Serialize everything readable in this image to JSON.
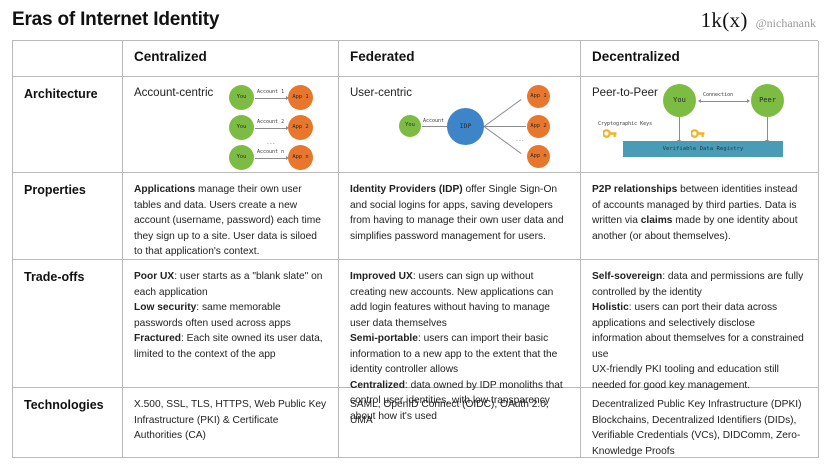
{
  "header": {
    "title": "Eras of Internet Identity",
    "logo": "1k(x)",
    "handle": "@nichanank"
  },
  "table": {
    "column_headers": [
      "",
      "Centralized",
      "Federated",
      "Decentralized"
    ],
    "row_labels": [
      "Architecture",
      "Properties",
      "Trade-offs",
      "Technologies"
    ],
    "architecture": {
      "centralized_label": "Account-centric",
      "federated_label": "User-centric",
      "decentralized_label": "Peer-to-Peer"
    },
    "properties": {
      "centralized": [
        {
          "bold": "Applications",
          "text": " manage their own user tables and data. Users create a new account (username, password) each time they sign up to a site. User data is siloed to that application's context."
        }
      ],
      "federated": [
        {
          "bold": "Identity Providers (IDP)",
          "text": " offer Single Sign-On and social logins for apps, saving developers from having to manage their own user data and simplifies password management for users."
        }
      ],
      "decentralized": [
        {
          "bold": "P2P relationships",
          "text": " between identities instead of accounts managed by third parties. Data is written via "
        },
        {
          "bold": "claims",
          "text": " made by one identity about another (or about themselves)."
        }
      ]
    },
    "tradeoffs": {
      "centralized": [
        {
          "bold": "Poor UX",
          "text": ": user starts as a \"blank slate\" on each application"
        },
        {
          "bold": "Low security",
          "text": ": same memorable passwords often used across apps"
        },
        {
          "bold": "Fractured",
          "text": ": Each site owned its user data, limited to the context of the app"
        }
      ],
      "federated": [
        {
          "bold": "Improved UX",
          "text": ": users can sign up without creating new accounts. New applications can add login features without having to manage user data themselves"
        },
        {
          "bold": "Semi-portable",
          "text": ": users can import their basic information to a new app to the extent that the identity controller allows"
        },
        {
          "bold": "Centralized",
          "text": ": data owned by IDP monoliths that control user identities, with low transparency about how it's used"
        }
      ],
      "decentralized": [
        {
          "bold": "Self-sovereign",
          "text": ": data and permissions are fully controlled by the identity"
        },
        {
          "bold": "Holistic",
          "text": ": users can port their data across applications and selectively disclose information about themselves for a constrained use"
        },
        {
          "bold": "",
          "text": "UX-friendly PKI tooling and education still needed for good key management."
        }
      ]
    },
    "technologies": {
      "centralized": "X.500, SSL, TLS, HTTPS, Web Public Key Infrastructure (PKI) & Certificate Authorities (CA)",
      "federated": "SAML, OpenID Connect (OIDC), OAuth 2.0, UMA",
      "decentralized": "Decentralized Public Key Infrastructure (DPKI) Blockchains, Decentralized Identifiers (DIDs), Verifiable Credentials (VCs), DIDComm, Zero-Knowledge Proofs"
    }
  },
  "diagrams": {
    "centralized": {
      "user_nodes": [
        "You",
        "You",
        "You"
      ],
      "app_nodes": [
        "App 1",
        "App 2",
        "App n"
      ],
      "edge_labels": [
        "Account 1",
        "Account 2",
        "Account n"
      ],
      "ellipsis": "..."
    },
    "federated": {
      "user_node": "You",
      "idp_node": "IDP",
      "edge_label": "Account",
      "app_nodes": [
        "App 1",
        "App 2",
        "App n"
      ],
      "ellipsis": "..."
    },
    "decentralized": {
      "you_node": "You",
      "peer_node": "Peer",
      "connection_label": "Connection",
      "keys_label": "Cryptographic Keys",
      "registry_label": "Verifiable Data Registry",
      "key_icon_name": "key-icon"
    }
  },
  "colors": {
    "green": "#7cbc42",
    "orange": "#e8762c",
    "blue": "#3d85c8",
    "teal": "#4a9bb5",
    "border": "#b9b9b9",
    "key_yellow": "#f0b429"
  }
}
